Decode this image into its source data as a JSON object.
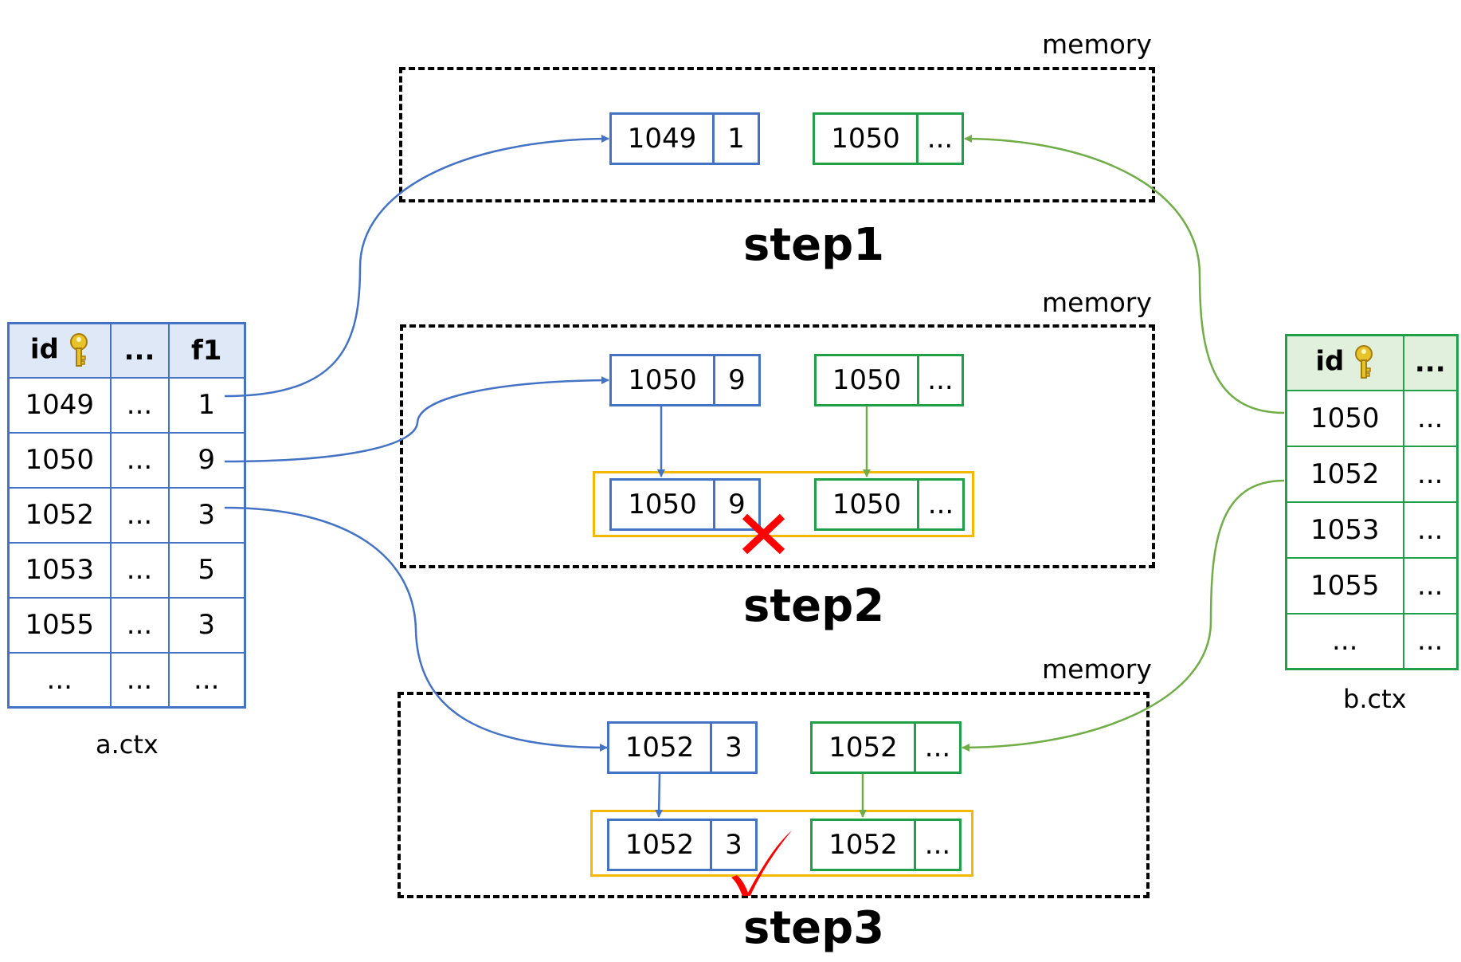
{
  "table_a": {
    "caption": "a.ctx",
    "headers": [
      "id",
      "...",
      "f1"
    ],
    "rows": [
      [
        "1049",
        "...",
        "1"
      ],
      [
        "1050",
        "...",
        "9"
      ],
      [
        "1052",
        "...",
        "3"
      ],
      [
        "1053",
        "...",
        "5"
      ],
      [
        "1055",
        "...",
        "3"
      ],
      [
        "...",
        "...",
        "..."
      ]
    ]
  },
  "table_b": {
    "caption": "b.ctx",
    "headers": [
      "id",
      "..."
    ],
    "rows": [
      [
        "1050",
        "..."
      ],
      [
        "1052",
        "..."
      ],
      [
        "1053",
        "..."
      ],
      [
        "1055",
        "..."
      ],
      [
        "...",
        "..."
      ]
    ]
  },
  "steps": [
    {
      "label": "step1",
      "memory_label": "memory",
      "blue": [
        "1049",
        "1"
      ],
      "green": [
        "1050",
        "..."
      ]
    },
    {
      "label": "step2",
      "memory_label": "memory",
      "blue": [
        "1050",
        "9"
      ],
      "green": [
        "1050",
        "..."
      ],
      "joined_blue": [
        "1050",
        "9"
      ],
      "joined_green": [
        "1050",
        "..."
      ],
      "result": "reject"
    },
    {
      "label": "step3",
      "memory_label": "memory",
      "blue": [
        "1052",
        "3"
      ],
      "green": [
        "1052",
        "..."
      ],
      "joined_blue": [
        "1052",
        "3"
      ],
      "joined_green": [
        "1052",
        "..."
      ],
      "result": "accept"
    }
  ],
  "colors": {
    "blue": "#4472c4",
    "green": "#21a04a",
    "blue_line": "#4472c4",
    "green_line": "#70ad47",
    "join_box": "#f5b800",
    "mark": "#ff0000"
  },
  "icons": {
    "key": "key-icon",
    "cross": "cross-mark-icon",
    "check": "check-mark-icon"
  }
}
